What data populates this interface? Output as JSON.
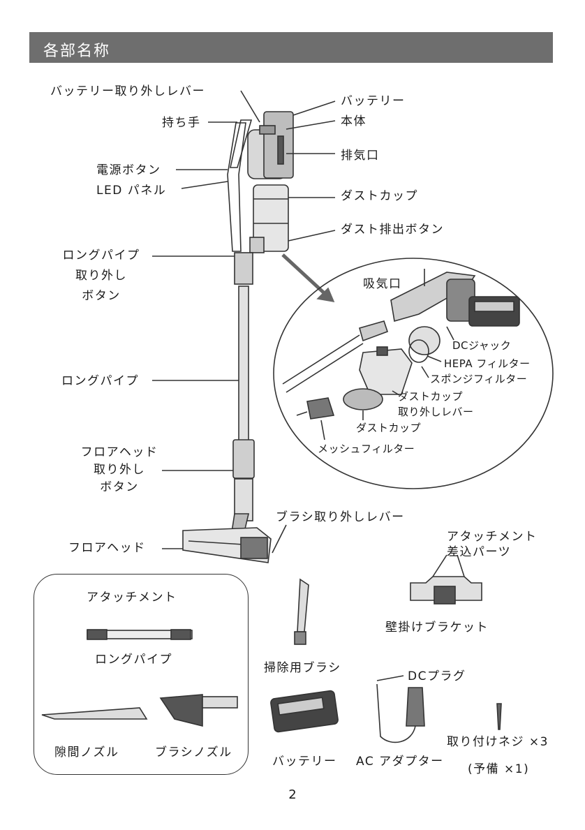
{
  "header": {
    "title": "各部名称"
  },
  "labels": {
    "battery_release_lever": "バッテリー取り外しレバー",
    "handle": "持ち手",
    "power_button": "電源ボタン",
    "led_panel": "LED パネル",
    "long_pipe_release_1": "ロングパイプ",
    "long_pipe_release_2": "取り外し",
    "long_pipe_release_3": "ボタン",
    "long_pipe": "ロングパイプ",
    "floor_head_release_1": "フロアヘッド",
    "floor_head_release_2": "取り外し",
    "floor_head_release_3": "ボタン",
    "floor_head": "フロアヘッド",
    "battery": "バッテリー",
    "body": "本体",
    "exhaust": "排気口",
    "dust_cup": "ダストカップ",
    "dust_eject_button": "ダスト排出ボタン",
    "intake": "吸気口",
    "dc_jack": "DCジャック",
    "hepa_filter": "HEPA フィルター",
    "sponge_filter": "スポンジフィルター",
    "dust_cup_release_1": "ダストカップ",
    "dust_cup_release_2": "取り外しレバー",
    "dust_cup_inner": "ダストカップ",
    "mesh_filter": "メッシュフィルター",
    "brush_release_lever": "ブラシ取り外しレバー",
    "attachment_slot_1": "アタッチメント",
    "attachment_slot_2": "差込パーツ",
    "wall_bracket": "壁掛けブラケット",
    "attachment_group": "アタッチメント",
    "attach_long_pipe": "ロングパイプ",
    "crevice_nozzle": "隙間ノズル",
    "brush_nozzle": "ブラシノズル",
    "cleaning_brush": "掃除用ブラシ",
    "dc_plug": "DCプラグ",
    "spare_battery": "バッテリー",
    "ac_adapter": "AC アダプター",
    "screws": "取り付けネジ ×3",
    "screws_spare": "(予備 ×1)"
  },
  "page_number": "2",
  "colors": {
    "header_bg": "#6e6e6e",
    "line": "#333333",
    "arrow": "#666666"
  }
}
